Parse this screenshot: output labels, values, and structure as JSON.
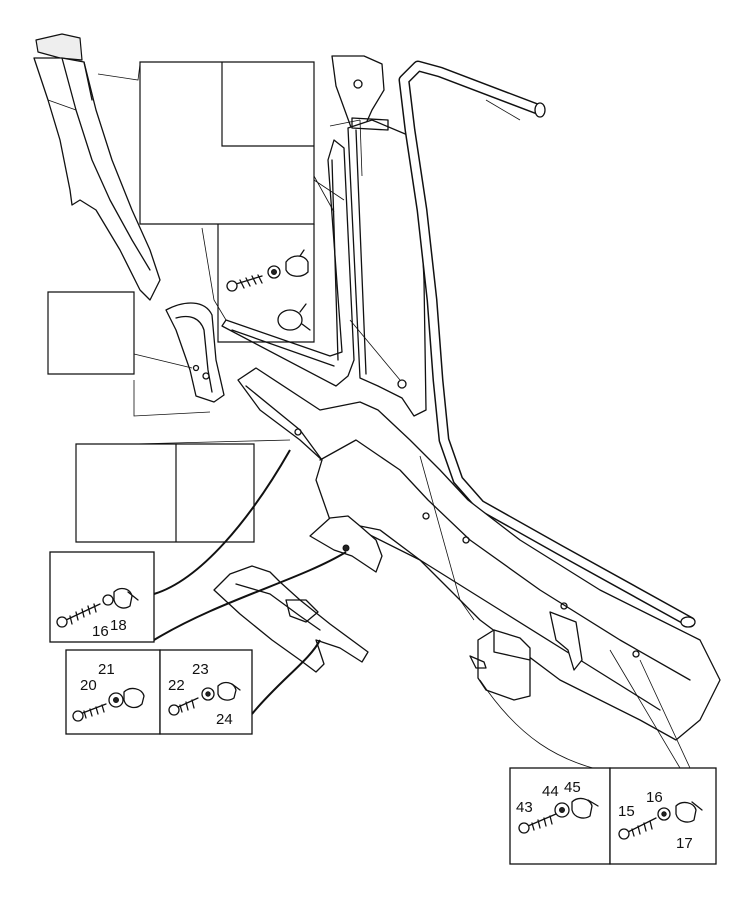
{
  "callouts": {
    "box_a": {
      "labels": [
        "16",
        "18"
      ]
    },
    "box_b": {
      "labels": [
        "21",
        "20"
      ]
    },
    "box_c": {
      "labels": [
        "23",
        "22",
        "24"
      ]
    },
    "box_d": {
      "labels": [
        "43",
        "44",
        "45"
      ]
    },
    "box_e": {
      "labels": [
        "15",
        "16",
        "17"
      ]
    }
  }
}
